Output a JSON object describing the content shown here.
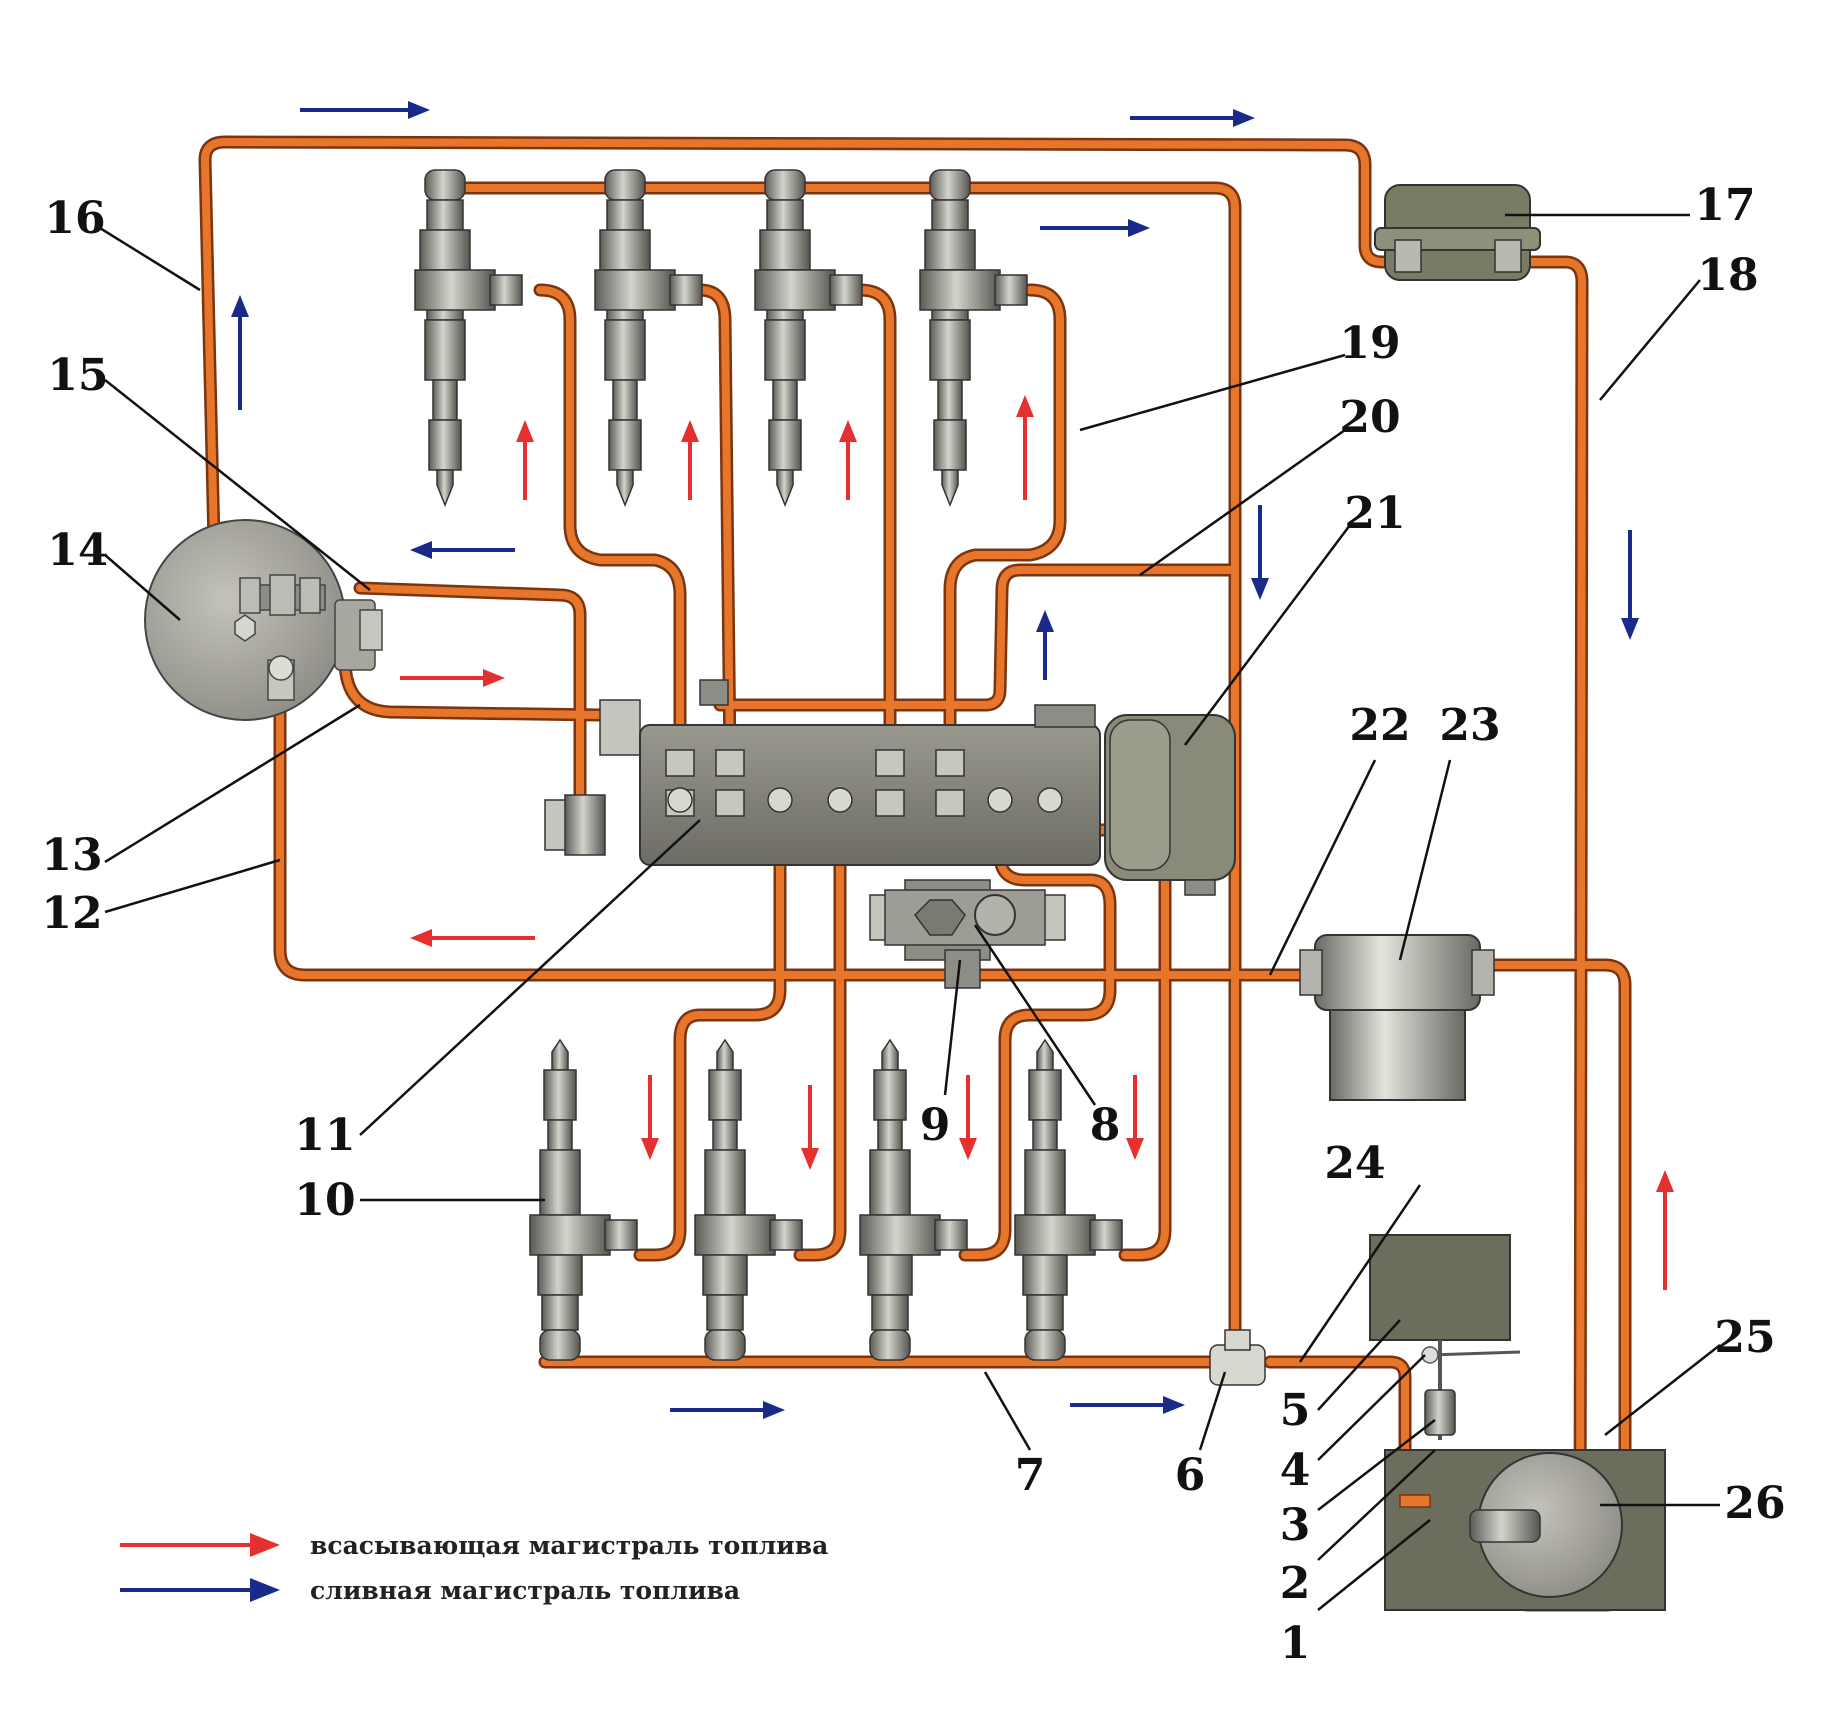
{
  "colors": {
    "pipe": "#e8762a",
    "pipe_outline": "#7a3510",
    "component": "#8e8d85",
    "component_dark": "#5e5d57",
    "suction_arrow": "#e53030",
    "return_arrow": "#1a2a8a"
  },
  "callouts": {
    "n1": "1",
    "n2": "2",
    "n3": "3",
    "n4": "4",
    "n5": "5",
    "n6": "6",
    "n7": "7",
    "n8": "8",
    "n9": "9",
    "n10": "10",
    "n11": "11",
    "n12": "12",
    "n13": "13",
    "n14": "14",
    "n15": "15",
    "n16": "16",
    "n17": "17",
    "n18": "18",
    "n19": "19",
    "n20": "20",
    "n21": "21",
    "n22": "22",
    "n23": "23",
    "n24": "24",
    "n25": "25",
    "n26": "26"
  },
  "legend": {
    "suction": "всасывающая магистраль топлива",
    "return": "сливная магистраль топлива"
  }
}
